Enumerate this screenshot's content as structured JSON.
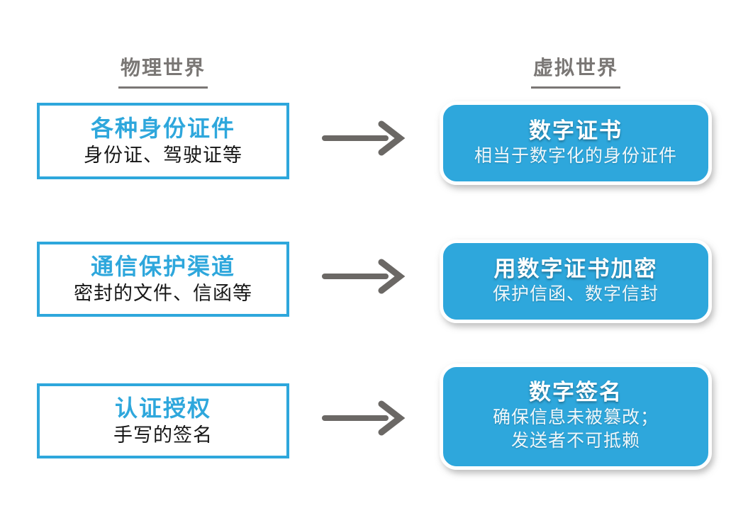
{
  "headers": {
    "left": "物理世界",
    "right": "虚拟世界"
  },
  "rows": [
    {
      "left": {
        "title": "各种身份证件",
        "subtitle": "身份证、驾驶证等"
      },
      "right": {
        "title": "数字证书",
        "subtitle": "相当于数字化的身份证件"
      }
    },
    {
      "left": {
        "title": "通信保护渠道",
        "subtitle": "密封的文件、信函等"
      },
      "right": {
        "title": "用数字证书加密",
        "subtitle": "保护信函、数字信封"
      }
    },
    {
      "left": {
        "title": "认证授权",
        "subtitle": "手写的签名"
      },
      "right": {
        "title": "数字签名",
        "subtitle": "确保信息未被篡改；",
        "subtitle2": "发送者不可抵赖"
      }
    }
  ],
  "icons": {
    "arrow": "arrow-right-icon"
  },
  "colors": {
    "accent_blue": "#2ea7dc",
    "header_gray": "#7a7775",
    "arrow_gray": "#6b6865",
    "body_text": "#161616",
    "background": "#ffffff"
  }
}
